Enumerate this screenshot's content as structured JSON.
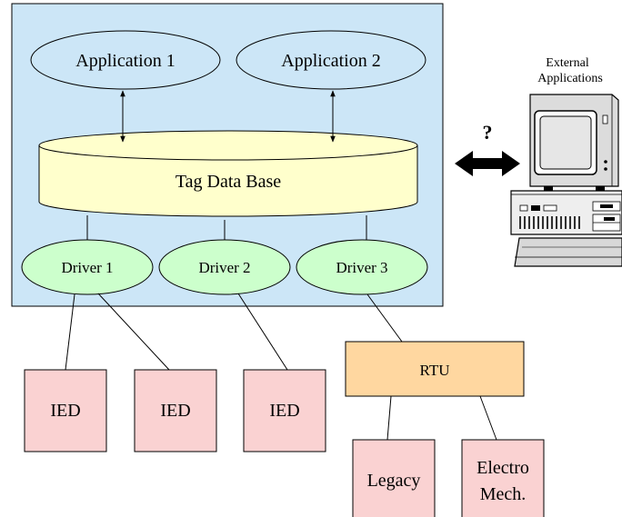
{
  "applications": [
    {
      "label": "Application 1"
    },
    {
      "label": "Application 2"
    }
  ],
  "database": {
    "label": "Tag Data Base"
  },
  "drivers": [
    {
      "label": "Driver 1"
    },
    {
      "label": "Driver 2"
    },
    {
      "label": "Driver 3"
    }
  ],
  "devices": {
    "ied": [
      "IED",
      "IED",
      "IED"
    ],
    "rtu": "RTU",
    "legacy": "Legacy",
    "electromech": [
      "Electro",
      "Mech."
    ]
  },
  "external": {
    "title_lines": [
      "External",
      "Applications"
    ],
    "question": "?",
    "icon": "computer-icon"
  },
  "colors": {
    "container": "#cce6f7",
    "application": "#cce6f7",
    "database": "#ffffcc",
    "driver": "#ccffcc",
    "ied": "#fad2d2",
    "rtu": "#ffd7a0",
    "legacy": "#fad2d2"
  }
}
